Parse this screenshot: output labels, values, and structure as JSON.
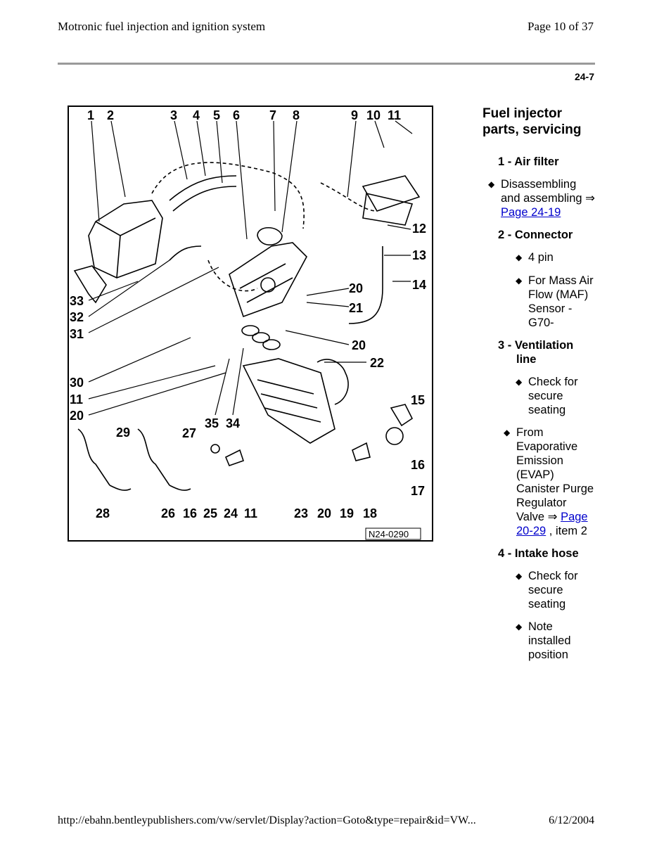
{
  "header": {
    "title": "Motronic fuel injection and ignition system",
    "page": "Page 10 of 37",
    "section_code": "24-7"
  },
  "figure": {
    "code": "N24-0290",
    "callouts": [
      "1",
      "2",
      "3",
      "4",
      "5",
      "6",
      "7",
      "8",
      "9",
      "10",
      "11",
      "12",
      "13",
      "14",
      "20",
      "21",
      "20",
      "22",
      "33",
      "32",
      "31",
      "30",
      "11",
      "20",
      "35",
      "34",
      "15",
      "29",
      "27",
      "16",
      "17",
      "28",
      "26",
      "16",
      "25",
      "24",
      "11",
      "23",
      "20",
      "19",
      "18"
    ]
  },
  "sidebar": {
    "heading": "Fuel injector parts, servicing",
    "item1_title": "1 - Air filter",
    "item1_b1_text": "Disassembling and assembling ⇒",
    "item1_b1_link": "Page 24-19",
    "item2_title": "2 - Connector",
    "item2_b1": "4 pin",
    "item2_b2": "For Mass Air Flow (MAF) Sensor - G70-",
    "item3_title": "3 - Ventilation line",
    "item3_b1": "Check for secure seating",
    "item3_b2_text": "From Evaporative Emission (EVAP) Canister Purge Regulator Valve ⇒",
    "item3_b2_link": "Page 20-29",
    "item3_b2_suffix": ", item 2",
    "item4_title": "4 - Intake hose",
    "item4_b1": "Check for secure seating",
    "item4_b2": "Note installed position"
  },
  "footer": {
    "url": "http://ebahn.bentleypublishers.com/vw/servlet/Display?action=Goto&type=repair&id=VW...",
    "date": "6/12/2004"
  }
}
